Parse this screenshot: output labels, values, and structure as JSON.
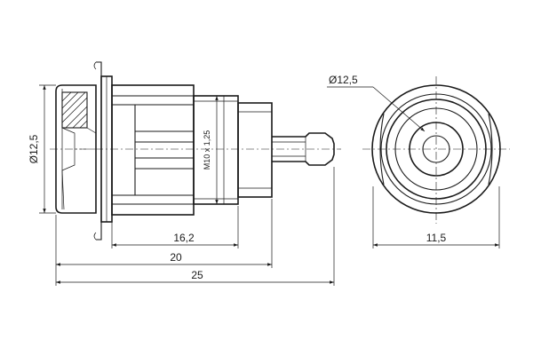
{
  "dimensions": {
    "dia_side": "Ø12,5",
    "thread": "M10 x 1,25",
    "len_16_2": "16,2",
    "len_20": "20",
    "len_25": "25",
    "dia_front": "Ø12,5",
    "width_front": "11,5"
  }
}
